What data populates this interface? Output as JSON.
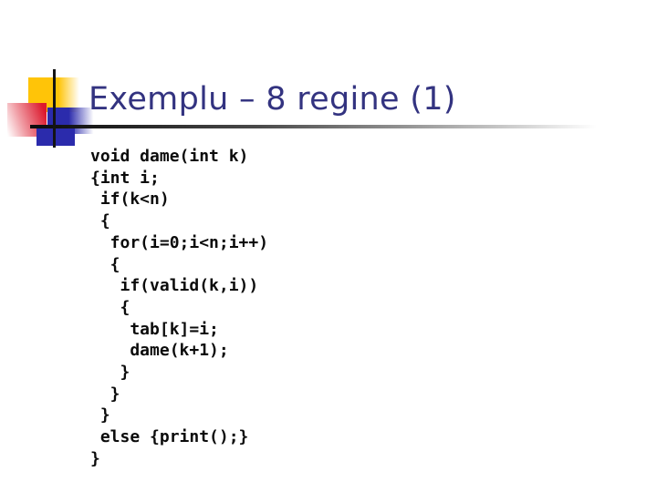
{
  "slide": {
    "title": "Exemplu – 8 regine (1)",
    "code_lines": [
      "void dame(int k)",
      "{int i;",
      " if(k<n)",
      " {",
      "  for(i=0;i<n;i++)",
      "  {",
      "   if(valid(k,i))",
      "   {",
      "    tab[k]=i;",
      "    dame(k+1);",
      "   }",
      "  }",
      " }",
      " else {print();}",
      "}"
    ],
    "colors": {
      "background": "#FFFFFF",
      "title_text": "#333380",
      "code_text": "#0B0B0B",
      "accent_yellow": "#FFC408",
      "accent_red": "#DC1A2E",
      "accent_blue": "#2B2BAC",
      "line_black": "#141414"
    },
    "decoration": {
      "shapes": [
        "yellow-square",
        "red-gradient-square",
        "blue-gradient-square",
        "vertical-black-line",
        "horizontal-gradient-underline"
      ]
    }
  }
}
